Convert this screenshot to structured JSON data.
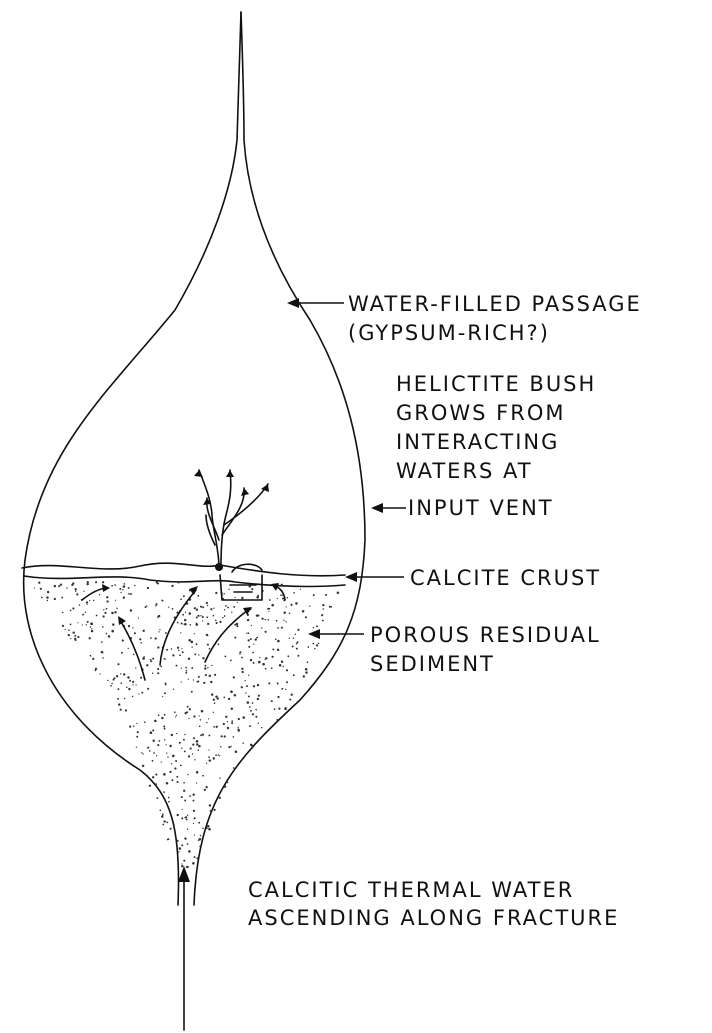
{
  "labels": {
    "passage": [
      "WATER-FILLED PASSAGE",
      "(GYPSUM-RICH?)"
    ],
    "helictite": [
      "HELICTITE BUSH",
      "GROWS FROM",
      "INTERACTING",
      "WATERS AT",
      "INPUT VENT"
    ],
    "crust": [
      "CALCITE CRUST"
    ],
    "sediment": [
      "POROUS RESIDUAL",
      "SEDIMENT"
    ],
    "thermal": [
      "CALCITIC THERMAL WATER",
      "ASCENDING ALONG FRACTURE"
    ]
  },
  "colors": {
    "ink": "#111111",
    "paper": "#ffffff"
  }
}
